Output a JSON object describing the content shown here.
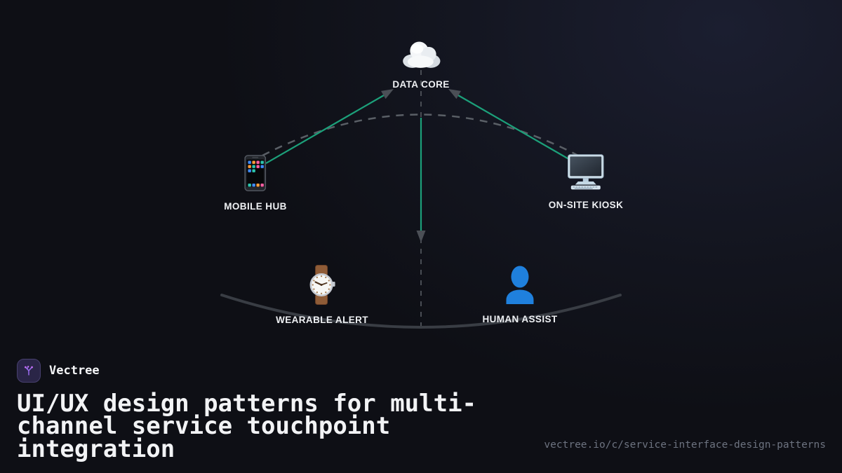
{
  "colors": {
    "background": "#0e0f15",
    "background_glow": "#1b1e30",
    "connector_green": "#1ca07a",
    "dashed_arc_gray": "#5a5f66",
    "dashed_vertical_gray": "#494d54",
    "arrowhead_gray": "#4b4f56",
    "bottom_arc_gray": "#393d44",
    "label_white": "#eef0f3",
    "url_gray": "#6d7380",
    "logo_bg": "#2a2547",
    "logo_border": "#47406e",
    "brand_purple": "#9a6cf0",
    "brand_pink": "#c06df0",
    "person_blue": "#1f80dd"
  },
  "diagram": {
    "nodes": [
      {
        "id": "data-core",
        "icon": "cloud-icon",
        "label": "DATA CORE"
      },
      {
        "id": "mobile-hub",
        "icon": "smartphone-icon",
        "label": "MOBILE HUB"
      },
      {
        "id": "on-site-kiosk",
        "icon": "desktop-computer-icon",
        "label": "ON-SITE KIOSK"
      },
      {
        "id": "wearable-alert",
        "icon": "wrist-watch-icon",
        "label": "WEARABLE ALERT"
      },
      {
        "id": "human-assist",
        "icon": "person-bust-icon",
        "label": "HUMAN ASSIST"
      }
    ],
    "connections": [
      {
        "from": "mobile-hub",
        "to": "data-core",
        "style": "solid-green",
        "arrow": "toward-data-core"
      },
      {
        "from": "on-site-kiosk",
        "to": "data-core",
        "style": "solid-green",
        "arrow": "toward-data-core"
      },
      {
        "from": "data-core",
        "to": "lower-center",
        "style": "solid-green",
        "arrow": "down"
      },
      {
        "from": "mobile-hub",
        "to": "on-site-kiosk",
        "style": "dashed-arc"
      },
      {
        "from": "data-core",
        "to": "bottom-arc",
        "style": "dashed-vertical"
      },
      {
        "from": "wearable-alert",
        "to": "human-assist",
        "style": "solid-bottom-arc"
      }
    ]
  },
  "footer": {
    "brand": "Vectree",
    "title_lines": [
      "UI/UX design patterns for multi-",
      "channel service touchpoint",
      "integration"
    ],
    "url": "vectree.io/c/service-interface-design-patterns"
  }
}
